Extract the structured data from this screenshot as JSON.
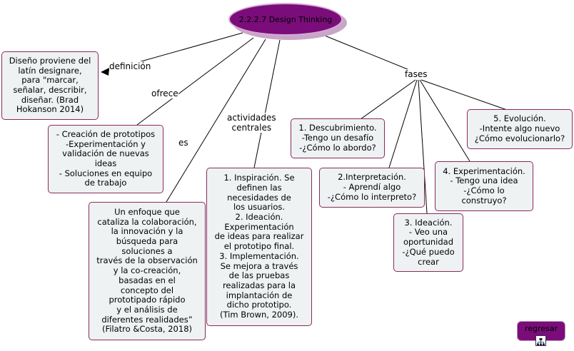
{
  "root": {
    "title": "2.2.2.7 Design Thinking"
  },
  "links": {
    "definicion": "definición",
    "ofrece": "ofrece",
    "es": "es",
    "actividades": "actividades\ncentrales",
    "fases": "fases"
  },
  "nodes": {
    "definicion_text": "Diseño proviene del\nlatín designare,\npara \"marcar,\nseñalar, describir,\ndiseñar. (Brad\nHokanson 2014)",
    "ofrece_text": "- Creación de prototipos\n-Experimentación y\nvalidación de nuevas\nideas\n- Soluciones en equipo\nde trabajo",
    "es_text": "Un enfoque que\ncataliza la colaboración,\nla innovación y la\nbúsqueda para\nsoluciones a\ntravés de la observación\ny la co-creación,\nbasadas en el\nconcepto del\nprototipado rápido\ny el análisis de\ndiferentes realidades”\n(Filatro &Costa, 2018)",
    "actividades_text": "1. Inspiración. Se\ndefinen las\nnecesidades de\nlos usuarios.\n2. Ideación.\nExperimentación\nde ideas para realizar\nel prototipo final.\n3. Implementación.\nSe mejora a través\nde las pruebas\nrealizadas para la\nimplantación de\ndicho prototipo.\n(Tim Brown, 2009).",
    "fase1": "1. Descubrimiento.\n-Tengo un desafío\n-¿Cómo lo abordo?",
    "fase2": "2.Interpretación.\n- Aprendí algo\n-¿Cómo lo interpreto?",
    "fase3": "3. Ideación.\n- Veo una\noportunidad\n-¿Qué puedo\ncrear",
    "fase4": "4. Experimentación.\n- Tengo una idea\n-¿Cómo lo\nconstruyo?",
    "fase5": "5. Evolución.\n-Intente algo nuevo\n¿Cómo evolucionarlo?"
  },
  "button": {
    "label": "regresar"
  },
  "icons": {
    "back": "concept-map-icon"
  },
  "colors": {
    "root_fill": "#7a0d7a",
    "node_border": "#8a2a5a",
    "node_fill": "#eef2f3"
  }
}
